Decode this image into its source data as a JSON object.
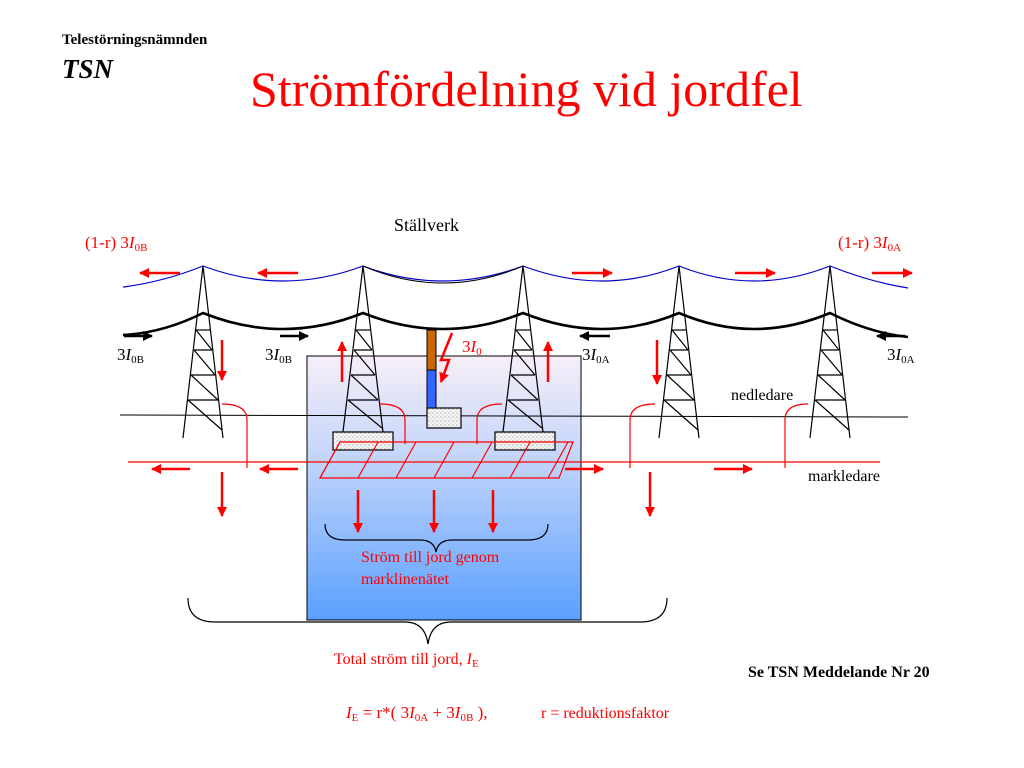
{
  "header": {
    "organization": "Telestörningsnämnden",
    "abbreviation": "TSN",
    "title": "Strömfördelning vid jordfel"
  },
  "diagram": {
    "substation_label": "Ställverk",
    "overhead_wire_label": "nedledare",
    "ground_wire_label": "markledare",
    "current_left_top": {
      "prefix": "(1-r) 3",
      "symbol": "I",
      "subscript": "0B"
    },
    "current_right_top": {
      "prefix": "(1-r) 3",
      "symbol": "I",
      "subscript": "0A"
    },
    "current_left_outer": {
      "prefix": "3",
      "symbol": "I",
      "subscript": "0B"
    },
    "current_left_inner": {
      "prefix": "3",
      "symbol": "I",
      "subscript": "0B"
    },
    "current_right_inner": {
      "prefix": "3",
      "symbol": "I",
      "subscript": "0A"
    },
    "current_right_outer": {
      "prefix": "3",
      "symbol": "I",
      "subscript": "0A"
    },
    "fault_current": {
      "prefix": "3",
      "symbol": "I",
      "subscript": "0"
    },
    "earth_current_text_line1": "Ström till jord genom",
    "earth_current_text_line2": "marklinenätet",
    "total_label": {
      "text": "Total ström till jord, ",
      "symbol": "I",
      "subscript": "E"
    },
    "formula": {
      "lhs_symbol": "I",
      "lhs_sub": "E",
      "part1": " = r*( 3",
      "sym_a": "I",
      "sub_a": "0A",
      "plus": " + 3",
      "sym_b": "I",
      "sub_b": "0B",
      "close": " ),",
      "note": "r = reduktionsfaktor"
    },
    "colors": {
      "red": "#ff0000",
      "blue_wire": "#0000cc",
      "substation_top": "#f7eef8",
      "substation_bottom": "#5aa0ff"
    }
  },
  "footer": {
    "reference": "Se TSN Meddelande Nr 20"
  }
}
